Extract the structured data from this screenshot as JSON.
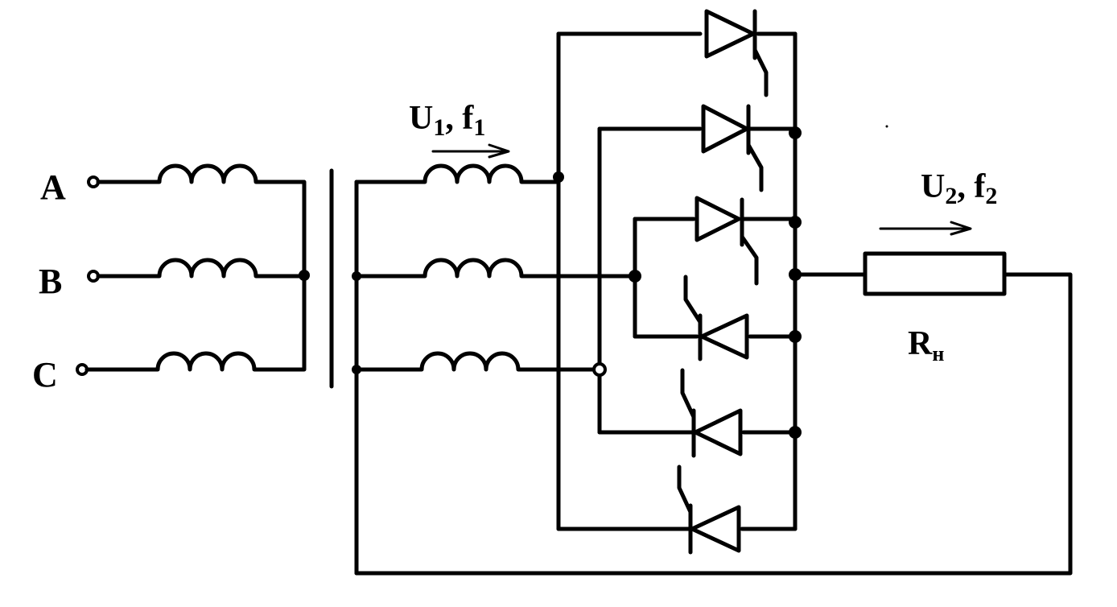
{
  "diagram": {
    "phase_labels": {
      "a": "A",
      "b": "B",
      "c": "C"
    },
    "input": {
      "voltage_main": "U",
      "voltage_sub": "1",
      "freq_main": "f",
      "freq_sub": "1"
    },
    "output": {
      "voltage_main": "U",
      "voltage_sub": "2",
      "freq_main": "f",
      "freq_sub": "2"
    },
    "load": {
      "main": "R",
      "sub": "н"
    },
    "colors": {
      "ink": "#000000",
      "background": "#ffffff"
    }
  }
}
